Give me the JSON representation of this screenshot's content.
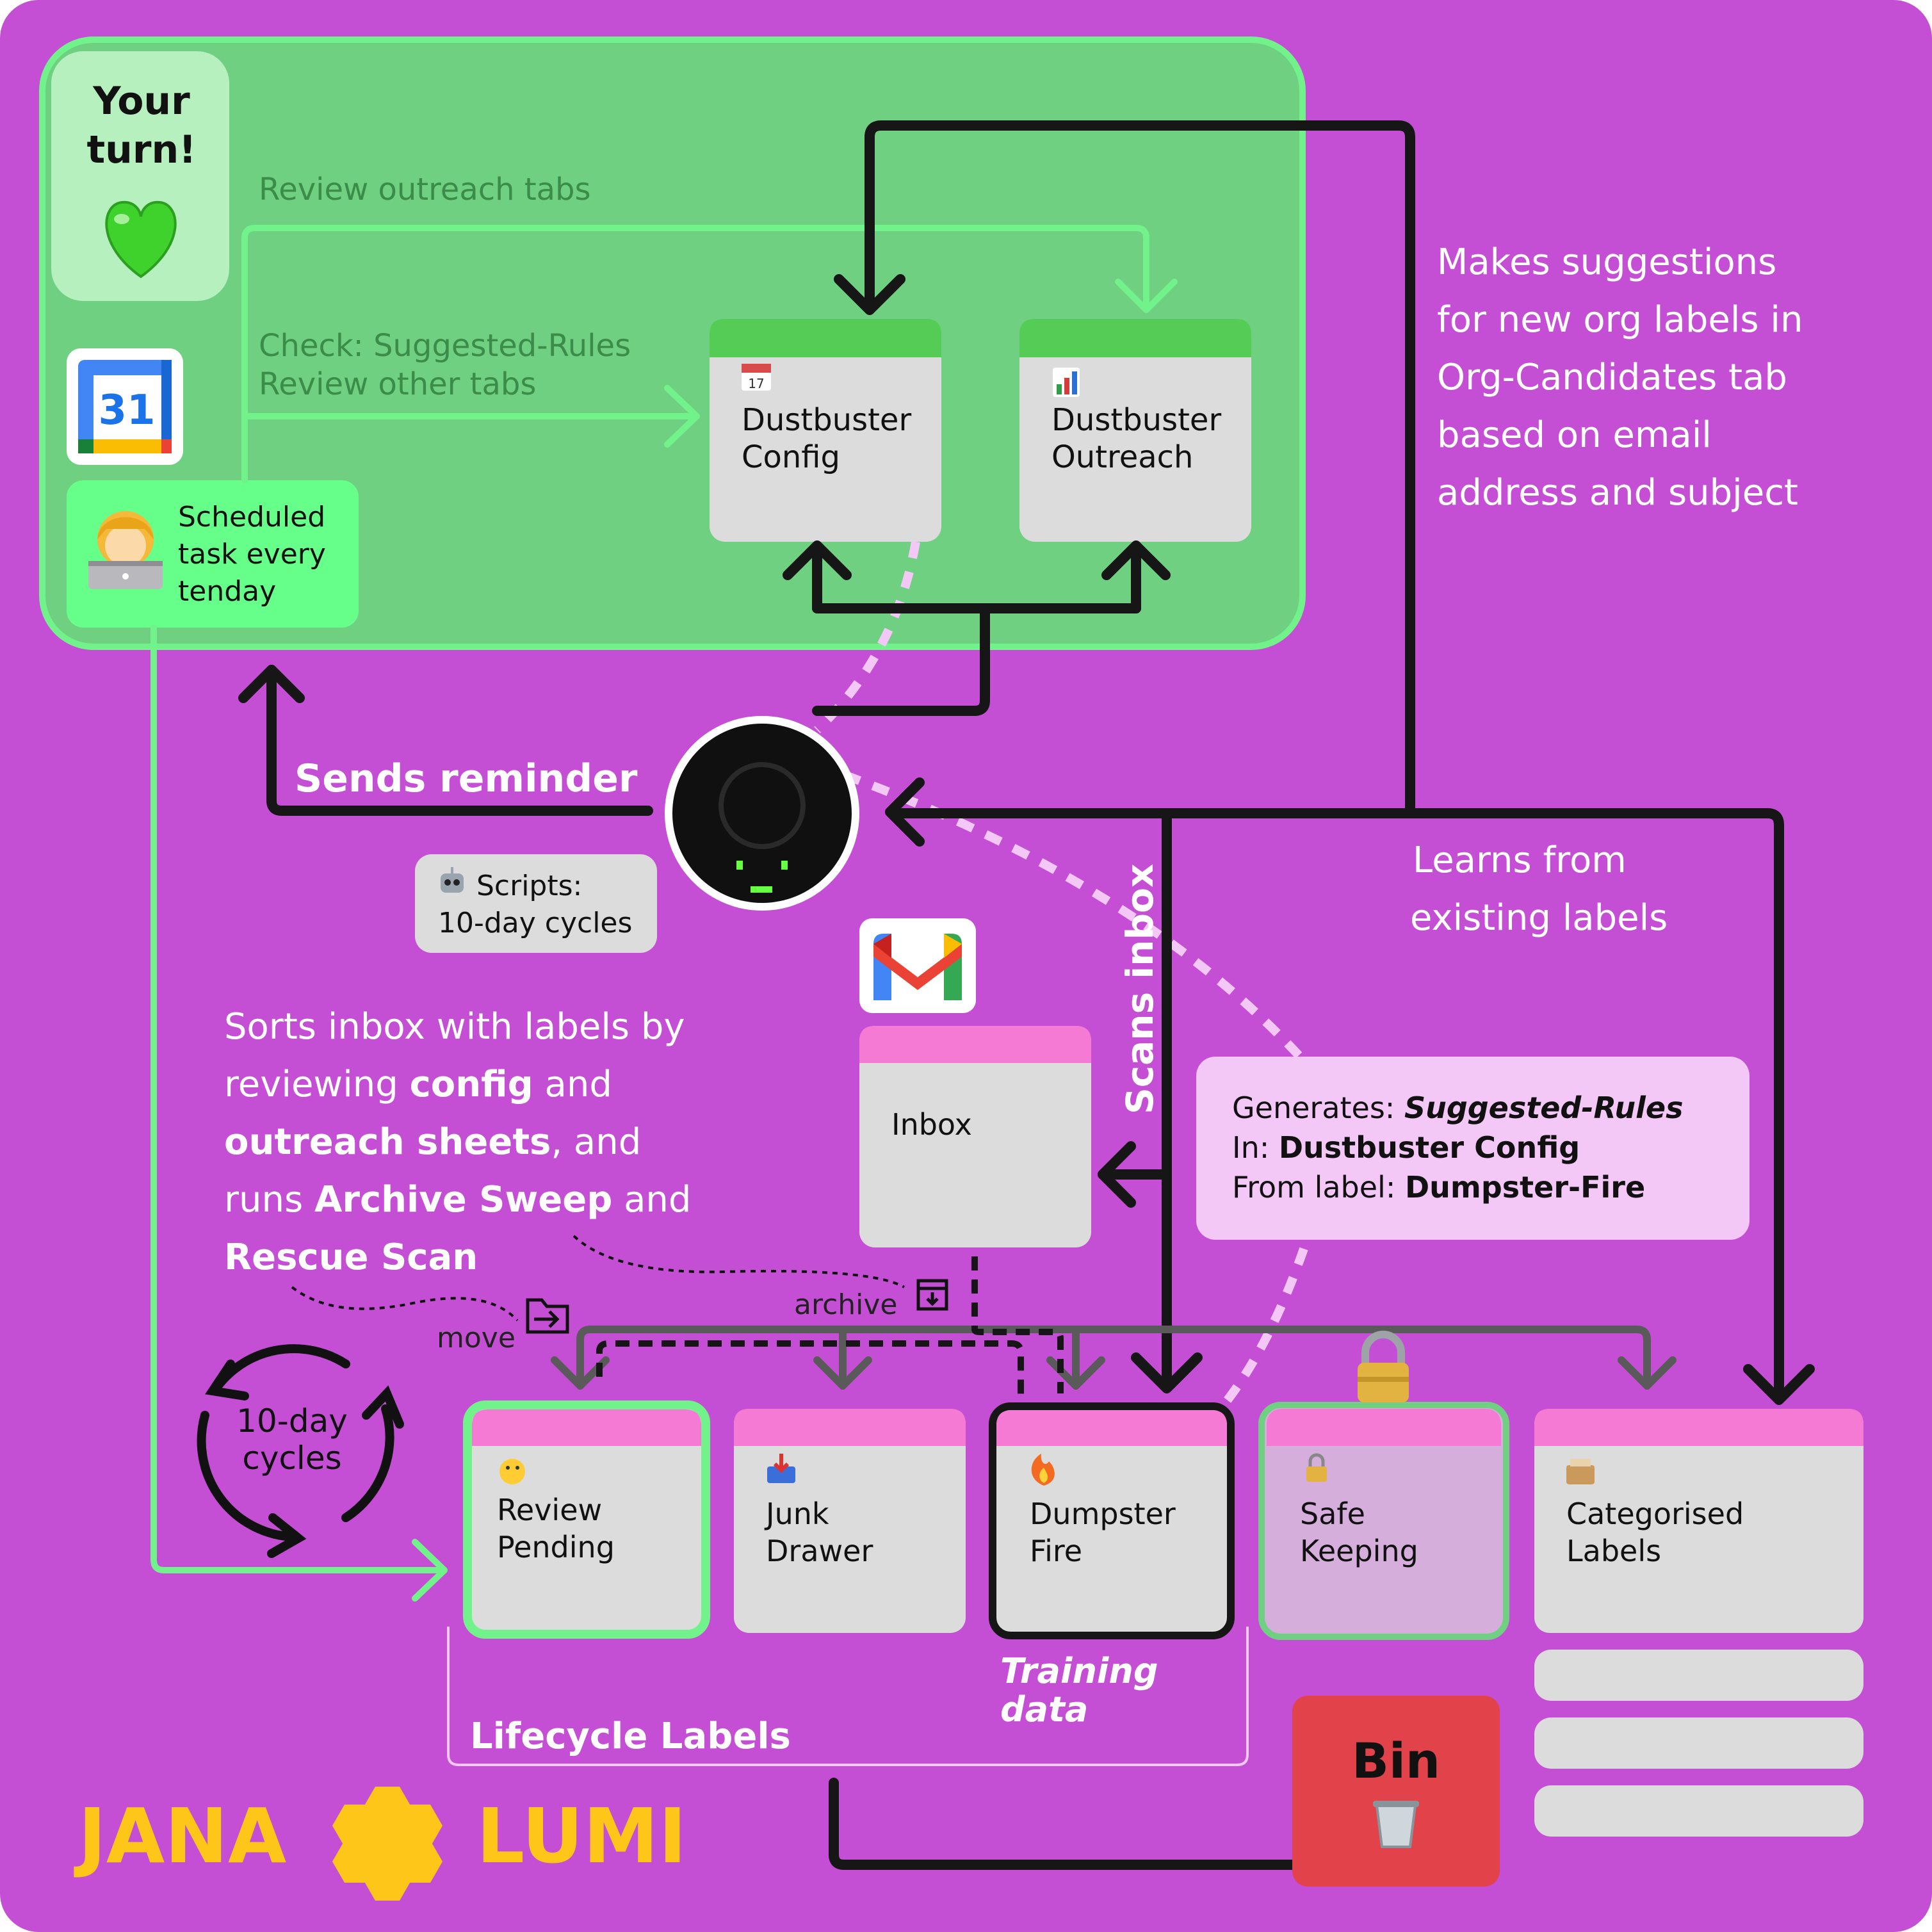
{
  "colors": {
    "background": "#c44fd4",
    "panel_green": "#6fd081",
    "panel_border": "#72f28a",
    "card_gray": "#dcdcdc",
    "card_green_header": "#55cc55",
    "card_pink_header": "#f47ad4",
    "arrow_black": "#161616",
    "arrow_gray": "#5a5a5a",
    "bin_red": "#e2434b",
    "brand_yellow": "#ffc61a",
    "callout_pink": "#f3c8f6"
  },
  "your_turn": {
    "title_line1": "Your",
    "title_line2": "turn!",
    "icon": "green-heart-emoji"
  },
  "calendar_icon": {
    "day": "31"
  },
  "scheduled_task": {
    "line1": "Scheduled",
    "line2": "task every",
    "line3": "tenday",
    "icon": "person-with-laptop-emoji"
  },
  "panel_labels": {
    "review_outreach": "Review outreach tabs",
    "check_rules": "Check: Suggested-Rules",
    "review_other": "Review other tabs"
  },
  "sheets": {
    "config": {
      "line1": "Dustbuster",
      "line2": "Config",
      "icon": "calendar-emoji"
    },
    "outreach": {
      "line1": "Dustbuster",
      "line2": "Outreach",
      "icon": "bar-chart-emoji"
    }
  },
  "makes_suggestions": [
    "Makes suggestions",
    "for new org labels in",
    "Org-Candidates tab",
    "based on email",
    "address and subject"
  ],
  "sends_reminder": "Sends reminder",
  "scripts_badge": {
    "line1": "Scripts:",
    "line2": "10-day cycles",
    "icon": "robot-emoji"
  },
  "learns_from": {
    "line1": "Learns from",
    "line2": "existing labels"
  },
  "scans_inbox": "Scans inbox",
  "gmail_icon": "gmail-logo",
  "inbox": {
    "label": "Inbox"
  },
  "generates": {
    "prefix1": "Generates: ",
    "value1": "Suggested-Rules",
    "prefix2": "In: ",
    "value2": "Dustbuster Config",
    "prefix3": "From label: ",
    "value3": "Dumpster-Fire"
  },
  "sorts_text": {
    "l1": "Sorts inbox with labels by",
    "l2a": "reviewing ",
    "l2b": "config",
    "l2c": " and",
    "l3a": "outreach sheets",
    "l3b": ", and",
    "l4a": "runs ",
    "l4b": "Archive Sweep",
    "l4c": " and",
    "l5": "Rescue Scan"
  },
  "actions": {
    "move": "move",
    "archive": "archive"
  },
  "cycles": {
    "line1": "10-day",
    "line2": "cycles"
  },
  "labels": {
    "review_pending": {
      "line1": "Review",
      "line2": "Pending",
      "icon": "thinking-face-emoji"
    },
    "junk_drawer": {
      "line1": "Junk",
      "line2": "Drawer",
      "icon": "inbox-tray-emoji"
    },
    "dumpster_fire": {
      "line1": "Dumpster",
      "line2": "Fire",
      "icon": "fire-emoji"
    },
    "safe_keeping": {
      "line1": "Safe",
      "line2": "Keeping",
      "icon": "lock-emoji"
    },
    "categorised": {
      "line1": "Categorised",
      "line2": "Labels",
      "icon": "card-file-box-emoji"
    }
  },
  "training_data": {
    "line1": "Training",
    "line2": "data"
  },
  "lifecycle_labels": "Lifecycle Labels",
  "bin": {
    "label": "Bin",
    "icon": "wastebasket-emoji"
  },
  "brand": {
    "left": "JANA",
    "right": "LUMI"
  }
}
